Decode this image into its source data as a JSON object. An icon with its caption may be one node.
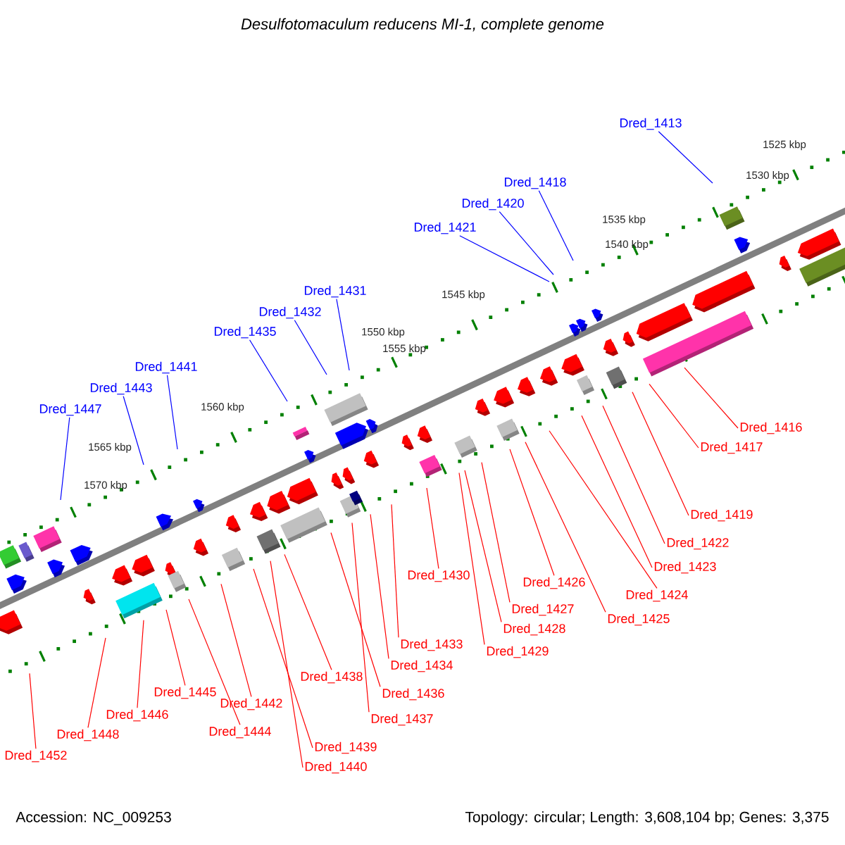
{
  "diagram": {
    "title": "Desulfotomaculum reducens MI-1, complete genome",
    "nodes": [
      {
        "text": [
          "Dred_1413"
        ]
      },
      {
        "text": [
          "Dred_1418"
        ]
      },
      {
        "text": [
          "Dred_1420"
        ]
      },
      {
        "text": [
          "Dred_1421"
        ]
      },
      {
        "text": [
          "Dred_1431"
        ]
      },
      {
        "text": [
          "Dred_1432"
        ]
      },
      {
        "text": [
          "Dred_1435"
        ]
      },
      {
        "text": [
          "Dred_1441"
        ]
      },
      {
        "text": [
          "Dred_1443"
        ]
      },
      {
        "text": [
          "Dred_1447"
        ]
      },
      {
        "text": [
          "Dred_1416"
        ]
      },
      {
        "text": [
          "Dred_1417"
        ]
      },
      {
        "text": [
          "Dred_1419"
        ]
      },
      {
        "text": [
          "Dred_1422"
        ]
      },
      {
        "text": [
          "Dred_1423"
        ]
      },
      {
        "text": [
          "Dred_1430"
        ]
      },
      {
        "text": [
          "Dred_1426"
        ]
      },
      {
        "text": [
          "Dred_1424"
        ]
      },
      {
        "text": [
          "Dred_1427"
        ]
      },
      {
        "text": [
          "Dred_1425"
        ]
      },
      {
        "text": [
          "Dred_1428"
        ]
      },
      {
        "text": [
          "Dred_1433"
        ]
      },
      {
        "text": [
          "Dred_1429"
        ]
      },
      {
        "text": [
          "Dred_1434"
        ]
      },
      {
        "text": [
          "Dred_1438"
        ]
      },
      {
        "text": [
          "Dred_1445"
        ]
      },
      {
        "text": [
          "Dred_1436"
        ]
      },
      {
        "text": [
          "Dred_1442"
        ]
      },
      {
        "text": [
          "Dred_1446"
        ]
      },
      {
        "text": [
          "Dred_1437"
        ]
      },
      {
        "text": [
          "Dred_1444"
        ]
      },
      {
        "text": [
          "Dred_1448"
        ]
      },
      {
        "text": [
          "Dred_1439"
        ]
      },
      {
        "text": [
          "Dred_1452"
        ]
      },
      {
        "text": [
          "Dred_1440"
        ]
      }
    ],
    "edges": [
      {
        "from": 0,
        "to": null,
        "arrow": "none",
        "color": "#0000ff"
      },
      {
        "from": 1,
        "to": null,
        "arrow": "none",
        "color": "#0000ff"
      },
      {
        "from": 2,
        "to": null,
        "arrow": "none",
        "color": "#0000ff"
      },
      {
        "from": 3,
        "to": null,
        "arrow": "none",
        "color": "#0000ff"
      },
      {
        "from": 4,
        "to": null,
        "arrow": "none",
        "color": "#0000ff"
      },
      {
        "from": 5,
        "to": null,
        "arrow": "none",
        "color": "#0000ff"
      },
      {
        "from": 6,
        "to": null,
        "arrow": "none",
        "color": "#0000ff"
      },
      {
        "from": 7,
        "to": null,
        "arrow": "none",
        "color": "#0000ff"
      },
      {
        "from": 8,
        "to": null,
        "arrow": "none",
        "color": "#0000ff"
      },
      {
        "from": 9,
        "to": null,
        "arrow": "none",
        "color": "#0000ff"
      },
      {
        "from": 10,
        "to": null,
        "arrow": "none"
      },
      {
        "from": 11,
        "to": null,
        "arrow": "none"
      },
      {
        "from": 12,
        "to": null,
        "arrow": "none"
      },
      {
        "from": 13,
        "to": null,
        "arrow": "none"
      },
      {
        "from": 14,
        "to": null,
        "arrow": "none"
      },
      {
        "from": 15,
        "to": null,
        "arrow": "none"
      },
      {
        "from": 16,
        "to": null,
        "arrow": "none"
      },
      {
        "from": 17,
        "to": null,
        "arrow": "none"
      },
      {
        "from": 18,
        "to": null,
        "arrow": "none"
      },
      {
        "from": 19,
        "to": null,
        "arrow": "none"
      },
      {
        "from": 20,
        "to": null,
        "arrow": "none"
      },
      {
        "from": 21,
        "to": null,
        "arrow": "none"
      },
      {
        "from": 22,
        "to": null,
        "arrow": "none"
      },
      {
        "from": 23,
        "to": null,
        "arrow": "none"
      },
      {
        "from": 24,
        "to": null,
        "arrow": "none"
      },
      {
        "from": 25,
        "to": null,
        "arrow": "none"
      },
      {
        "from": 26,
        "to": null,
        "arrow": "none"
      },
      {
        "from": 27,
        "to": null,
        "arrow": "none"
      },
      {
        "from": 28,
        "to": null,
        "arrow": "none"
      },
      {
        "from": 29,
        "to": null,
        "arrow": "none"
      },
      {
        "from": 30,
        "to": null,
        "arrow": "none"
      },
      {
        "from": 31,
        "to": null,
        "arrow": "none"
      },
      {
        "from": 32,
        "to": null,
        "arrow": "none"
      },
      {
        "from": 33,
        "to": null,
        "arrow": "none"
      },
      {
        "from": 34,
        "to": null,
        "arrow": "none"
      }
    ],
    "labels": [
      "1525 kbp",
      "1530 kbp",
      "1535 kbp",
      "1540 kbp",
      "1545 kbp",
      "1550 kbp",
      "1555 kbp",
      "1560 kbp",
      "1565 kbp",
      "1570 kbp",
      "Accession: NC_009253",
      "Topology: circular; Length: 3,608,104 bp; Genes: 3,375"
    ]
  }
}
